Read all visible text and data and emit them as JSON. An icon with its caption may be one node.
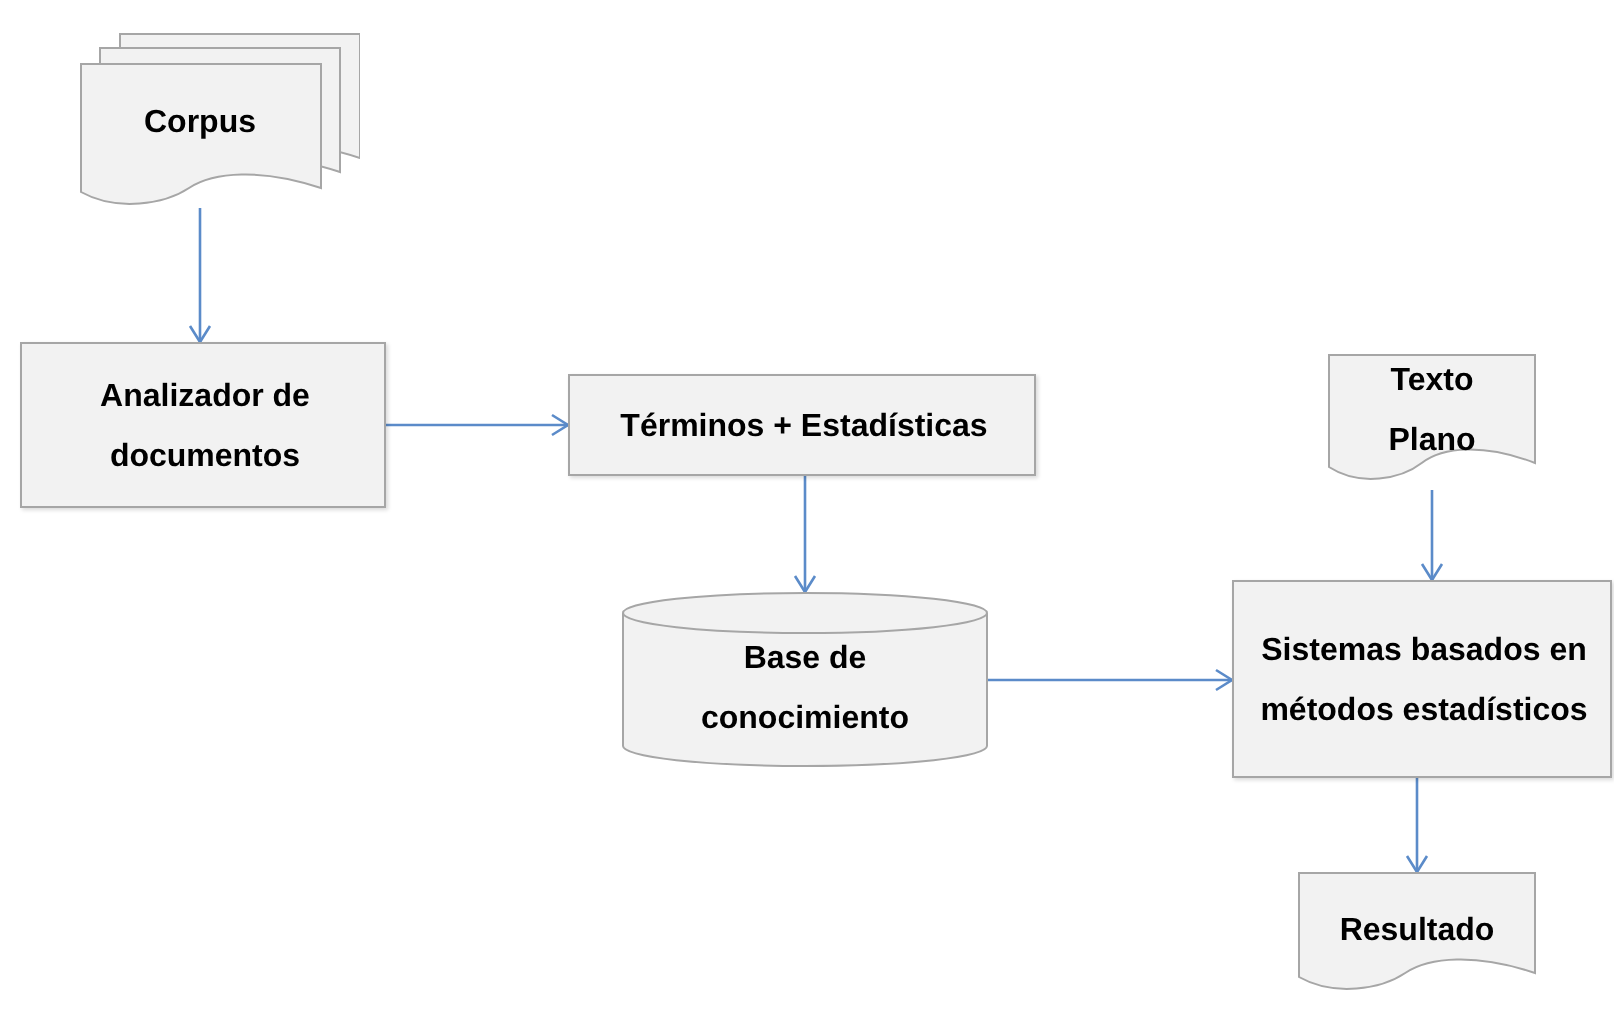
{
  "diagram": {
    "nodes": [
      {
        "text": [
          "Corpus"
        ]
      },
      {
        "text": [
          "Analizador de documentos"
        ]
      },
      {
        "text": [
          "Términos  + Estadísticas"
        ]
      },
      {
        "text": [
          "Base de conocimiento"
        ]
      },
      {
        "text": [
          "Texto Plano"
        ]
      },
      {
        "text": [
          "Sistemas basados en métodos estadísticos"
        ]
      },
      {
        "text": [
          "Resultado"
        ]
      }
    ],
    "edges": [
      {
        "from": 0,
        "to": 1,
        "arrow": "to"
      },
      {
        "from": 1,
        "to": 2,
        "arrow": "to"
      },
      {
        "from": 2,
        "to": 3,
        "arrow": "to"
      },
      {
        "from": 4,
        "to": 5,
        "arrow": "to"
      },
      {
        "from": 3,
        "to": 5,
        "arrow": "to"
      },
      {
        "from": 5,
        "to": 6,
        "arrow": "to"
      }
    ]
  }
}
